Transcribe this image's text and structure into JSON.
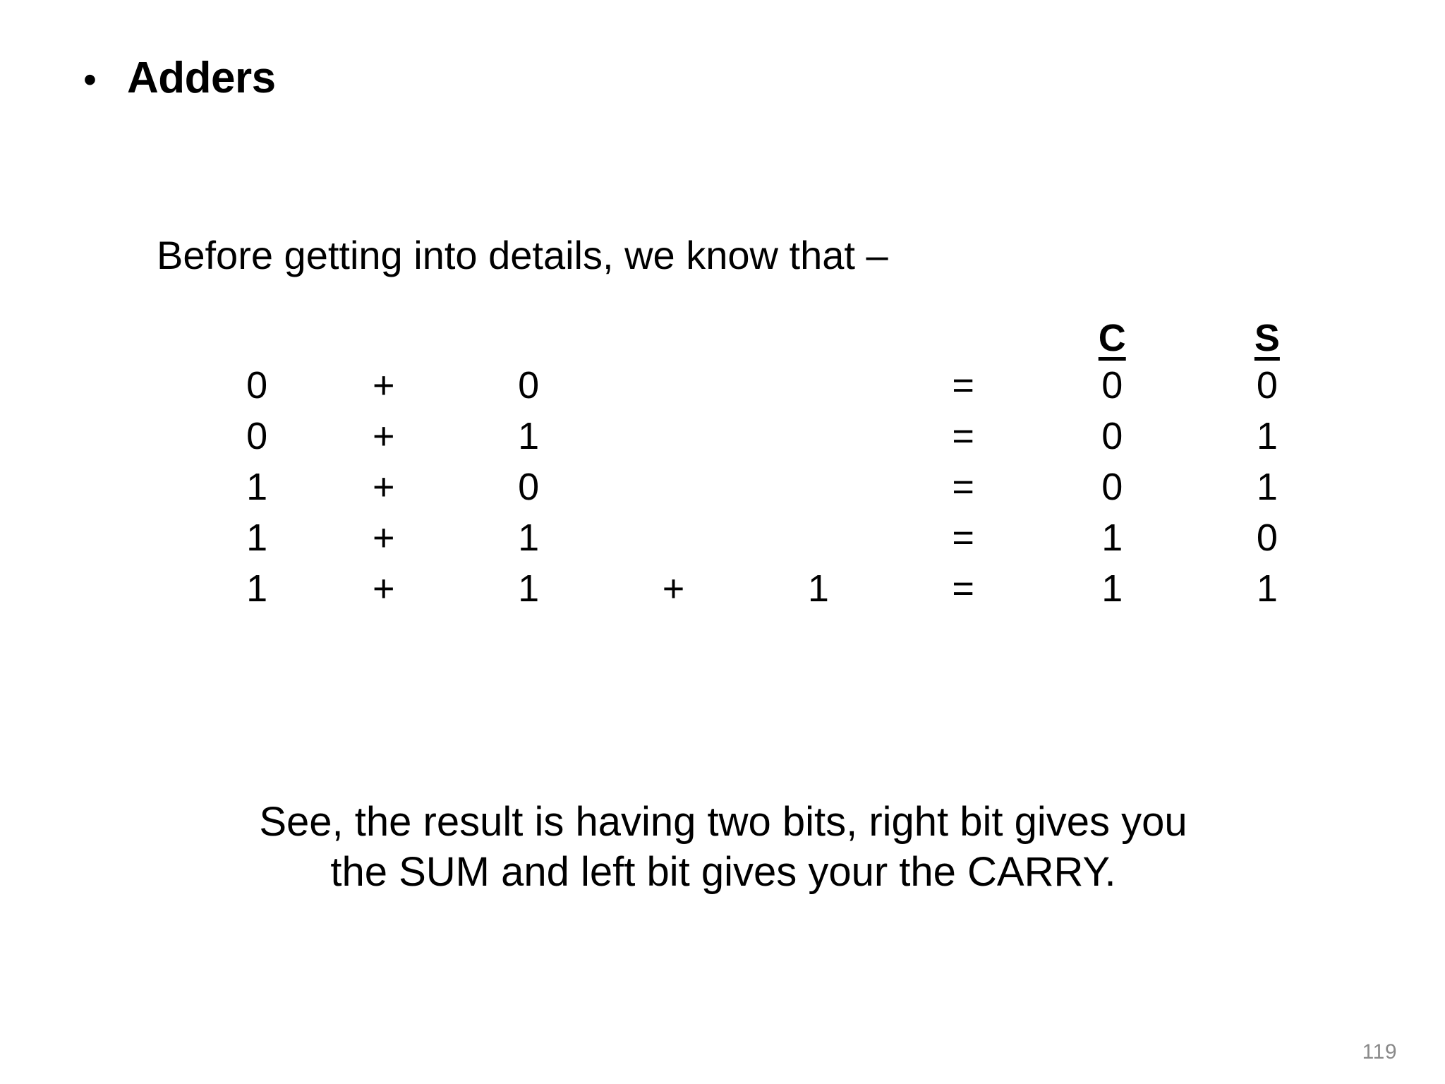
{
  "slide": {
    "bullet_glyph": "•",
    "title": "Adders",
    "intro": "Before getting into details, we know that –",
    "closing_line_1": "See, the result is having two bits, right bit gives you",
    "closing_line_2": "the SUM and left bit gives your the CARRY.",
    "page_number": "119",
    "text_color": "#000000",
    "page_number_color": "#8a8a8a",
    "background_color": "#ffffff"
  },
  "table": {
    "headers": {
      "carry": "C",
      "sum": "S"
    },
    "rows": [
      {
        "a": "0",
        "op1": "+",
        "b": "0",
        "op2": "",
        "c": "",
        "eq": "=",
        "carry": "0",
        "sum": "0"
      },
      {
        "a": "0",
        "op1": "+",
        "b": "1",
        "op2": "",
        "c": "",
        "eq": "=",
        "carry": "0",
        "sum": "1"
      },
      {
        "a": "1",
        "op1": "+",
        "b": "0",
        "op2": "",
        "c": "",
        "eq": "=",
        "carry": "0",
        "sum": "1"
      },
      {
        "a": "1",
        "op1": "+",
        "b": "1",
        "op2": "",
        "c": "",
        "eq": "=",
        "carry": "1",
        "sum": "0"
      },
      {
        "a": "1",
        "op1": "+",
        "b": "1",
        "op2": "+",
        "c": "1",
        "eq": "=",
        "carry": "1",
        "sum": "1"
      }
    ]
  }
}
